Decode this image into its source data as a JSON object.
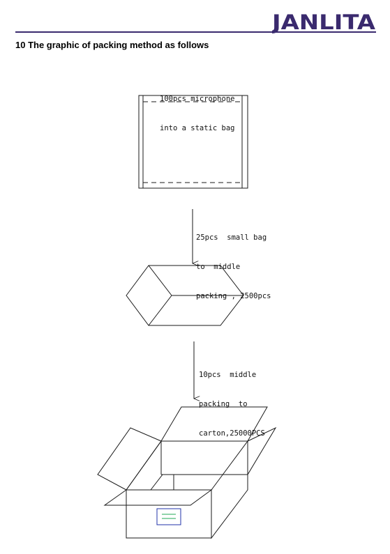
{
  "header": {
    "logo_text": "JANLITA",
    "brand_color": "#3a2a6e"
  },
  "section": {
    "title": "10 The graphic of packing method as follows"
  },
  "steps": [
    {
      "lines": [
        "100pcs microphone",
        "into a static bag"
      ]
    },
    {
      "lines": [
        "25pcs  small bag",
        "to  middle",
        "packing , 2500pcs"
      ]
    },
    {
      "lines": [
        "10pcs  middle",
        "packing  to",
        "carton,25000PCS"
      ]
    }
  ],
  "colors": {
    "line": "#1a1a1a",
    "label_border": "#2233aa",
    "label_lines": "#22aa55"
  }
}
